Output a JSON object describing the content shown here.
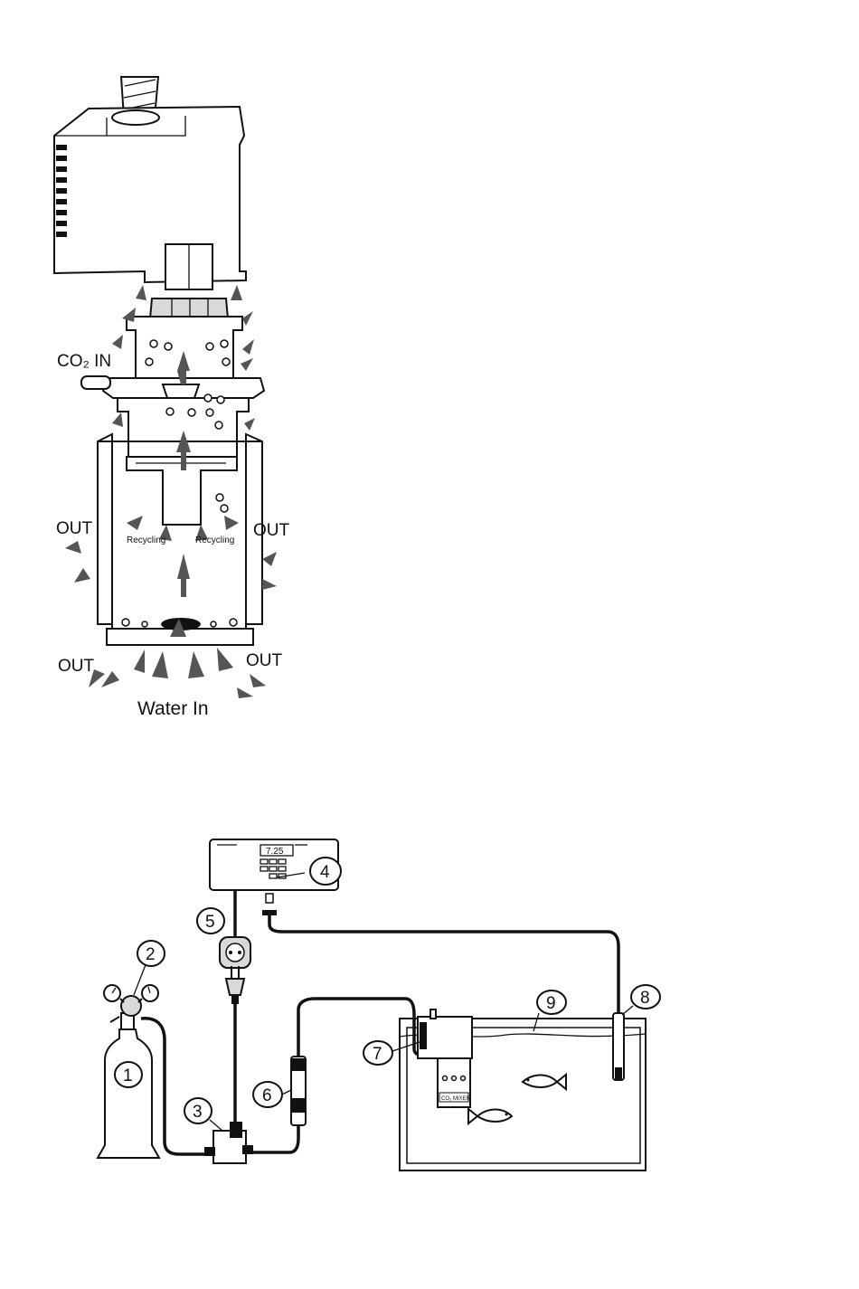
{
  "reactor_diagram": {
    "co2_in_label": "CO₂ IN",
    "out_labels": [
      "OUT",
      "OUT",
      "OUT",
      "OUT"
    ],
    "recycling_labels": [
      "Recycling",
      "Recycling"
    ],
    "water_in_label": "Water In"
  },
  "system_diagram": {
    "controller_display": "7.25",
    "callouts": [
      "1",
      "2",
      "3",
      "4",
      "5",
      "6",
      "7",
      "8",
      "9"
    ],
    "reactor_label": "CO₂ MIXER"
  },
  "icons": [
    "arrow-icon",
    "fish-icon",
    "gauge-icon",
    "plug-icon",
    "socket-icon"
  ],
  "colors": {
    "ink": "#111111",
    "arrow": "#555555",
    "background": "#ffffff"
  }
}
